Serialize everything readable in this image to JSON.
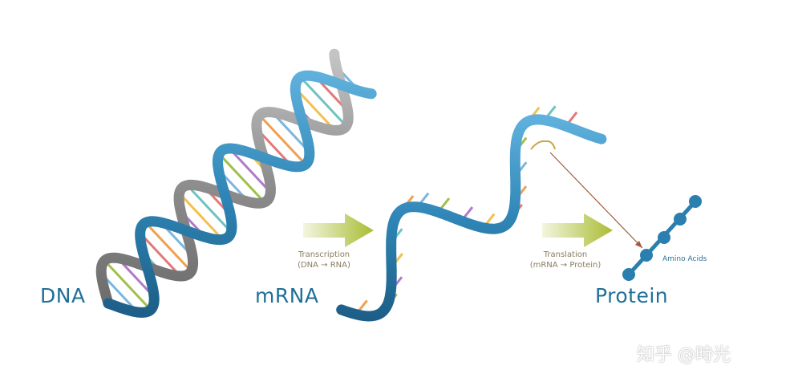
{
  "labels": {
    "dna": "DNA",
    "mrna": "mRNA",
    "protein": "Protein"
  },
  "processes": {
    "transcription": {
      "title": "Transcription",
      "sub": "(DNA → RNA)"
    },
    "translation": {
      "title": "Translation",
      "sub": "(mRNA → Protein)"
    }
  },
  "amino_acids_label": "Amino Acids",
  "watermark": "知乎 @時光",
  "colors": {
    "strand_blue": "#2f86b6",
    "strand_gray": "#8f8f8f",
    "arrow_green": "#b8c94a",
    "label_blue": "#1f6f99"
  },
  "icons": [
    "double-helix-icon",
    "single-strand-icon",
    "arrow-icon",
    "amino-acid-chain-icon"
  ]
}
